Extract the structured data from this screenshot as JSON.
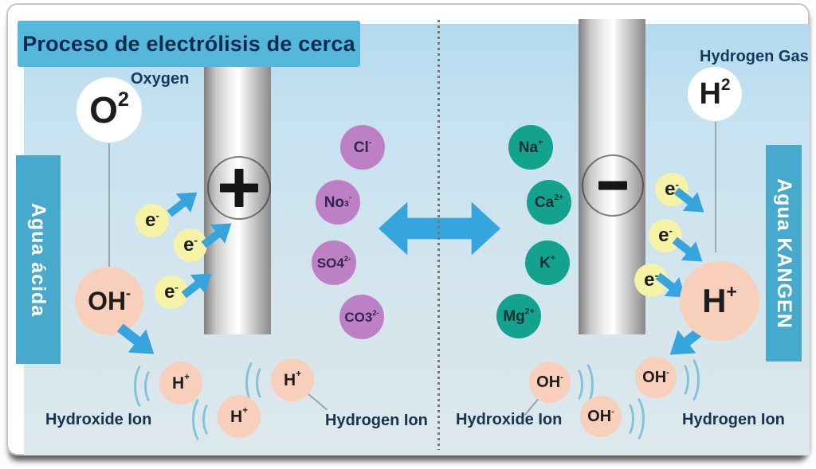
{
  "title": "Proceso de electrólisis de cerca",
  "colors": {
    "banner": "#55b7dc",
    "side_band": "#47aacd",
    "anion_circle": "#bd80c5",
    "cation_circle": "#12a28e",
    "electron_circle": "#f6f2a6",
    "ion_pink_circle": "#f8cfba",
    "flow_arrow": "#36a4dd"
  },
  "left": {
    "band": "Agua ácida",
    "oxygen_label": "Oxygen",
    "o2": {
      "main": "O",
      "sup": "2"
    },
    "oh_big": {
      "main": "OH",
      "sup": "-"
    },
    "electrons": [
      {
        "main": "e",
        "sup": "-"
      },
      {
        "main": "e",
        "sup": "-"
      },
      {
        "main": "e",
        "sup": "-"
      }
    ],
    "h_ions": [
      {
        "main": "H",
        "sup": "+"
      },
      {
        "main": "H",
        "sup": "+"
      },
      {
        "main": "H",
        "sup": "+"
      }
    ],
    "hydroxide_label": "Hydroxide Ion",
    "hydrogen_label": "Hydrogen Ion"
  },
  "center": {
    "anions": [
      {
        "main": "Cl",
        "sup": "-"
      },
      {
        "main": "No",
        "sub": "3",
        "sup": "-"
      },
      {
        "main": "SO4",
        "sup": "2-"
      },
      {
        "main": "CO3",
        "sup": "2-"
      }
    ],
    "cations": [
      {
        "main": "Na",
        "sup": "+"
      },
      {
        "main": "Ca",
        "sup": "2+"
      },
      {
        "main": "K",
        "sup": "+"
      },
      {
        "main": "Mg",
        "sup": "2+"
      }
    ]
  },
  "right": {
    "band": "Agua KANGEN",
    "gas_label": "Hydrogen Gas",
    "h2": {
      "main": "H",
      "sup": "2"
    },
    "electrons": [
      {
        "main": "e",
        "sup": "-"
      },
      {
        "main": "e",
        "sup": "-"
      },
      {
        "main": "e",
        "sup": "-"
      }
    ],
    "h_big": {
      "main": "H",
      "sup": "+"
    },
    "oh_ions": [
      {
        "main": "OH",
        "sup": "-"
      },
      {
        "main": "OH",
        "sup": "-"
      },
      {
        "main": "OH",
        "sup": "-"
      }
    ],
    "hydroxide_label": "Hydroxide Ion",
    "hydrogen_label": "Hydrogen Ion"
  }
}
